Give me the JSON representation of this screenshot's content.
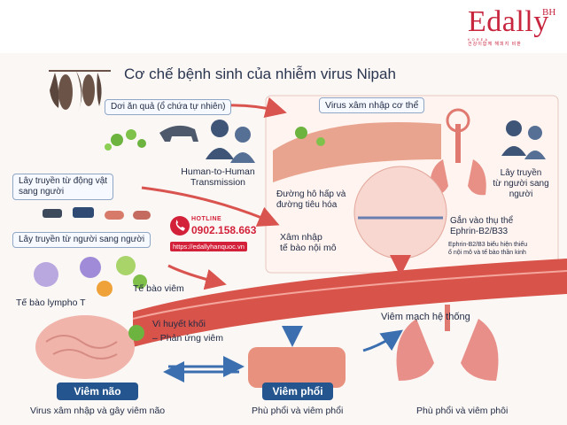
{
  "brand": {
    "name": "Edally",
    "suffix": "BH",
    "korea": "KOREA",
    "subtitle": "건강이함께 해피지 비판"
  },
  "title": "Cơ chế bệnh sinh của nhiễm virus Nipah",
  "labels": {
    "bat_fruit": "Dơi ăn quả (ổ chứa tự nhiên)",
    "h2h_line1": "Human-to-Human",
    "h2h_line2": "Transmission",
    "animal_line1": "Lây truyền từ động vật",
    "animal_line2": "sang người",
    "person_to_person": "Lây truyền từ người sang người",
    "virus_entry": "Virus xâm nhập cơ thể",
    "resp_line1": "Đường hô hấp và",
    "resp_line2": "đường tiêu hóa",
    "receptor_line1": "Gắn vào thụ thể",
    "receptor_line2": "Ephrin-B2/B33",
    "ephrin_note_line1": "Ephrin-B2/B3 biểu hiện thiếu",
    "ephrin_note_line2": "ổ nội mô và tế bào thần kinh",
    "human_spread_line1": "Lây truyền",
    "human_spread_line2": "từ người sang",
    "human_spread_line3": "người",
    "endo_line1": "Xâm nhập",
    "endo_line2": "tế bào nội mô",
    "t_cell": "Tế bào lympho T",
    "inflammatory": "Tế bào viêm",
    "microthrombi": "Vi huyết khối",
    "inflam_response": "– Phản ứng viêm",
    "vasculitis": "Viêm mạch hệ thống",
    "encephalitis": "Viêm não",
    "pneumonia": "Viêm phổi",
    "encephalitis_desc": "Virus xâm nhập và gây viêm não",
    "pneumonia_desc": "Phù phổi và viêm phổi",
    "lung_desc": "Phù phổi và viêm phôi"
  },
  "hotline": {
    "word": "HOTLINE",
    "number": "0902.158.663",
    "url": "https://edallyhanquoc.vn"
  },
  "colors": {
    "accent": "#c8253f",
    "navy": "#24558f",
    "arrow": "#d9534f",
    "blue_arrow": "#3b6fb0"
  }
}
